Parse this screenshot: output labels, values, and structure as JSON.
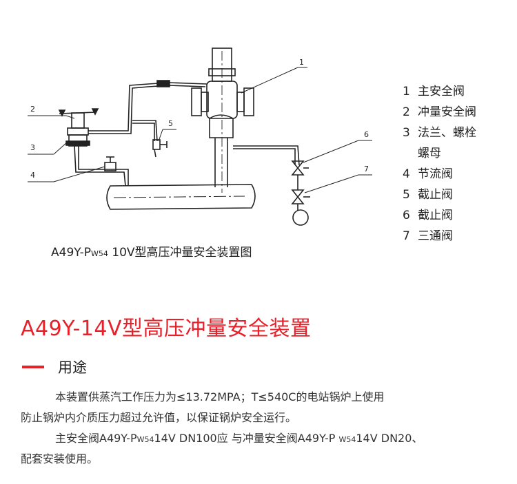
{
  "diagram": {
    "callouts": [
      "1",
      "2",
      "3",
      "4",
      "5",
      "6",
      "7"
    ],
    "legend": [
      {
        "num": "1",
        "text": "主安全阀"
      },
      {
        "num": "2",
        "text": "冲量安全阀"
      },
      {
        "num": "3",
        "text": "法兰、螺栓"
      },
      {
        "num": "",
        "text": "螺母"
      },
      {
        "num": "4",
        "text": "节流阀"
      },
      {
        "num": "5",
        "text": "截止阀"
      },
      {
        "num": "6",
        "text": "截止阀"
      },
      {
        "num": "7",
        "text": "三通阀"
      }
    ],
    "caption": {
      "prefix": "A49Y-P",
      "sub": "W54",
      "suffix": " 10V型高压冲量安全装置图"
    }
  },
  "title": "A49Y-14V型高压冲量安全装置",
  "section": {
    "dash": "一",
    "label": "用途"
  },
  "paragraphs": {
    "p1_line1": "本装置供蒸汽工作压力为≤13.72MPA；T≤540C的电站锅炉上使用",
    "p1_line2": "防止锅炉内介质压力超过允许值，以保证锅炉安全运行。",
    "p2_a": "主安全阀A49Y-P",
    "p2_sub1": "W54",
    "p2_b": "14V DN100应 与冲量安全阀A49Y-P ",
    "p2_sub2": "W54",
    "p2_c": "14V DN20、",
    "p2_line2": "配套安装使用。"
  },
  "colors": {
    "accent": "#e8202a",
    "line": "#222222"
  }
}
